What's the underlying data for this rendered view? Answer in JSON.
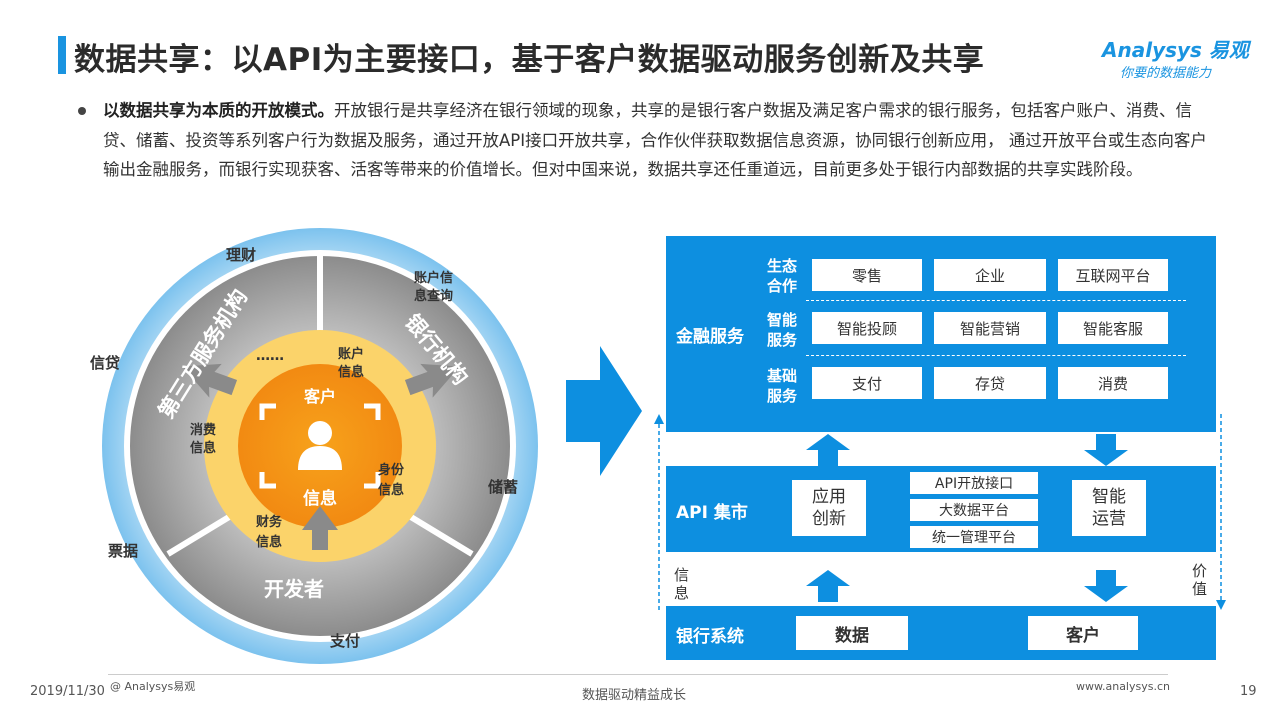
{
  "header": {
    "title": "数据共享：以API为主要接口，基于客户数据驱动服务创新及共享",
    "logo_text": "Analysys 易观",
    "logo_slogan": "你要的数据能力"
  },
  "intro": {
    "bold": "以数据共享为本质的开放模式。",
    "text": "开放银行是共享经济在银行领域的现象，共享的是银行客户数据及满足客户需求的银行服务，包括客户账户、消费、信贷、储蓄、投资等系列客户行为数据及服务，通过开放API接口开放共享，合作伙伴获取数据信息资源，协同银行创新应用， 通过开放平台或生态向客户输出金融服务，而银行实现获客、活客等带来的价值增长。但对中国来说，数据共享还任重道远，目前更多处于银行内部数据的共享实践阶段。"
  },
  "circle": {
    "outer_labels": [
      "理财",
      "账户信息查询",
      "信贷",
      "储蓄",
      "票据",
      "支付"
    ],
    "ring_labels": [
      "第三方服务机构",
      "银行机构",
      "开发者"
    ],
    "inner_labels": [
      "……",
      "账户信息",
      "消费信息",
      "身份信息",
      "财务信息"
    ],
    "center_top": "客户",
    "center_bottom": "信息"
  },
  "finance": {
    "label": "金融服务",
    "rows": [
      {
        "label": "生态合作",
        "items": [
          "零售",
          "企业",
          "互联网平台"
        ]
      },
      {
        "label": "智能服务",
        "items": [
          "智能投顾",
          "智能营销",
          "智能客服"
        ]
      },
      {
        "label": "基础服务",
        "items": [
          "支付",
          "存贷",
          "消费"
        ]
      }
    ]
  },
  "api": {
    "label": "API 集市",
    "left_box": "应用创新",
    "middle_items": [
      "API开放接口",
      "大数据平台",
      "统一管理平台"
    ],
    "right_box": "智能运营"
  },
  "flow": {
    "left_label": "信息",
    "right_label": "价值"
  },
  "bank": {
    "label": "银行系统",
    "data_box": "数据",
    "customer_box": "客户"
  },
  "footer": {
    "date": "2019/11/30",
    "copyright": "@ Analysys易观",
    "center": "数据驱动精益成长",
    "url": "www.analysys.cn",
    "page": "19"
  }
}
